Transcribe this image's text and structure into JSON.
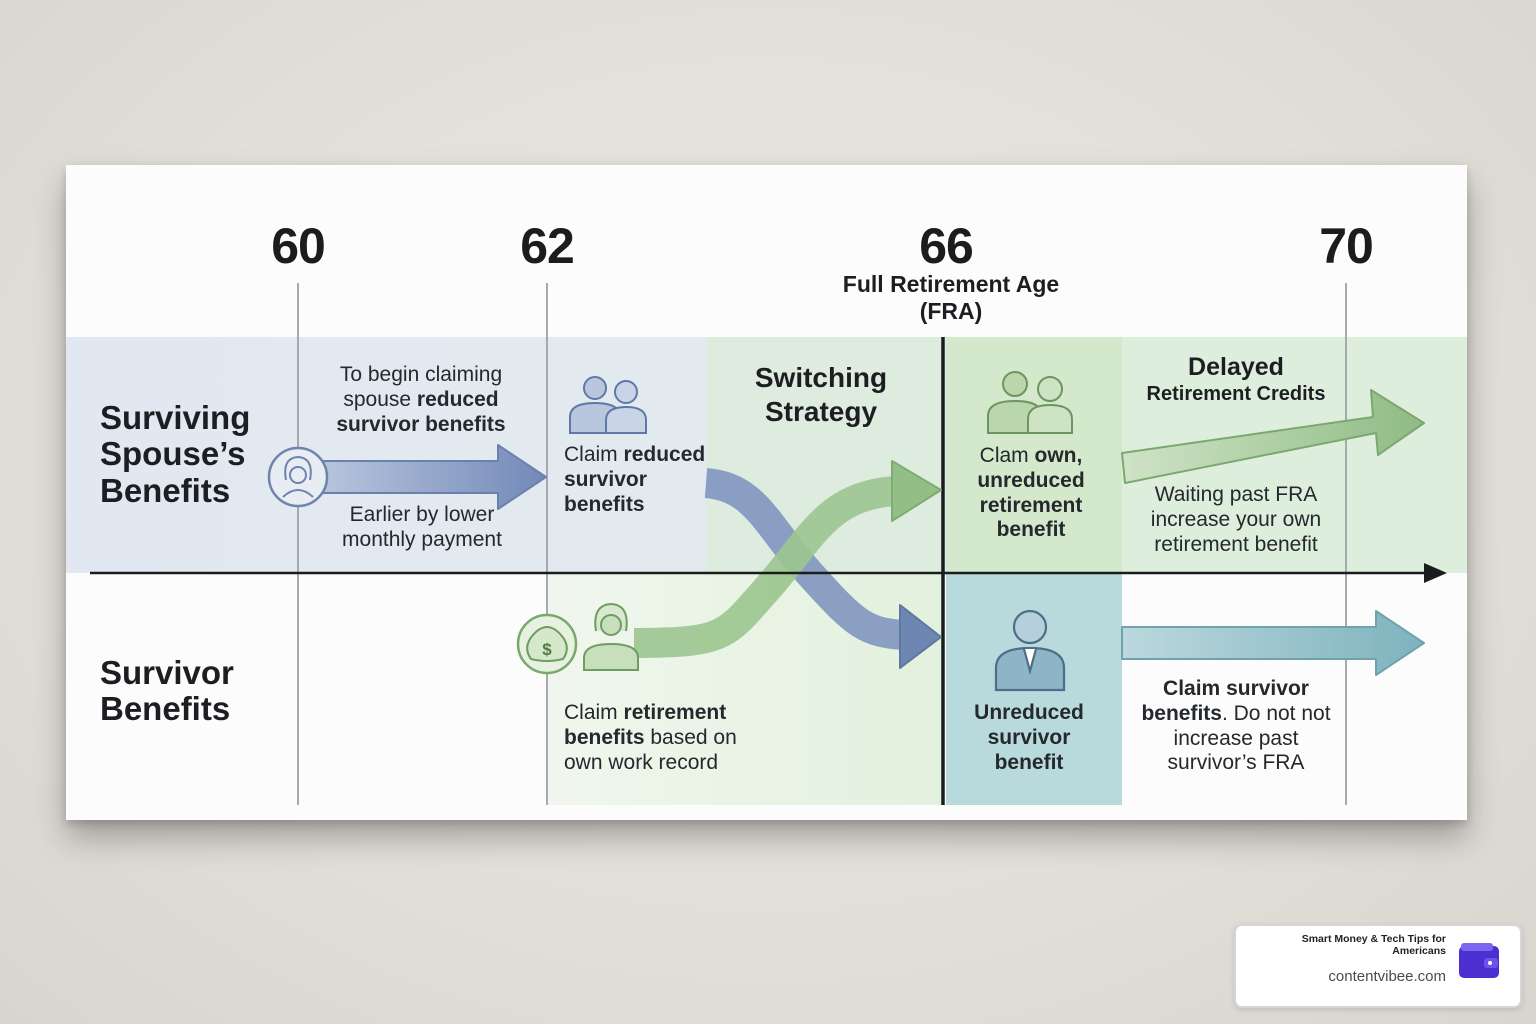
{
  "ages": [
    "60",
    "62",
    "66",
    "70"
  ],
  "fra_label": "Full Retirement Age (FRA)",
  "rows": {
    "top": "Surviving Spouse’s Benefits",
    "bottom": "Survivor Benefits"
  },
  "notes": {
    "begin_pre": "To begin claiming spouse",
    "begin_bold": "reduced survivor benefits",
    "earlier": "Earlier by lower monthly payment",
    "claim_reduced_pre": "Claim",
    "claim_reduced_bold": "reduced survivor benefits",
    "switching": "Switching Strategy",
    "claim_own_pre": "Clam",
    "claim_own_bold": "own, unreduced retirement benefit",
    "delayed_1": "Delayed",
    "delayed_2": "Retirement Credits",
    "waiting": "Waiting past FRA increase your own retirement benefit",
    "claim_retirement_pre": "Claim",
    "claim_retirement_bold": "retirement benefits",
    "claim_retirement_post": "based on own work record",
    "unreduced": "Unreduced survivor benefit",
    "claim_survivor_pre": "Claim survivor",
    "claim_survivor_bold": "benefits",
    "claim_survivor_post": ". Do not not increase past survivor’s FRA"
  },
  "icons": [
    "woman-avatar-icon",
    "couple-icon",
    "money-bag-icon",
    "woman-icon",
    "man-icon"
  ],
  "colors": {
    "blue_arrow": "#7389b8",
    "green_arrow": "#8fbb84",
    "teal_arrow": "#7eb3bd",
    "top_band": "#e1e8f1",
    "green_band": "#d9ead0",
    "teal_band": "#b9dadc"
  },
  "badge": {
    "tagline": "Smart Money & Tech Tips for Americans",
    "url": "contentvibee.com"
  }
}
